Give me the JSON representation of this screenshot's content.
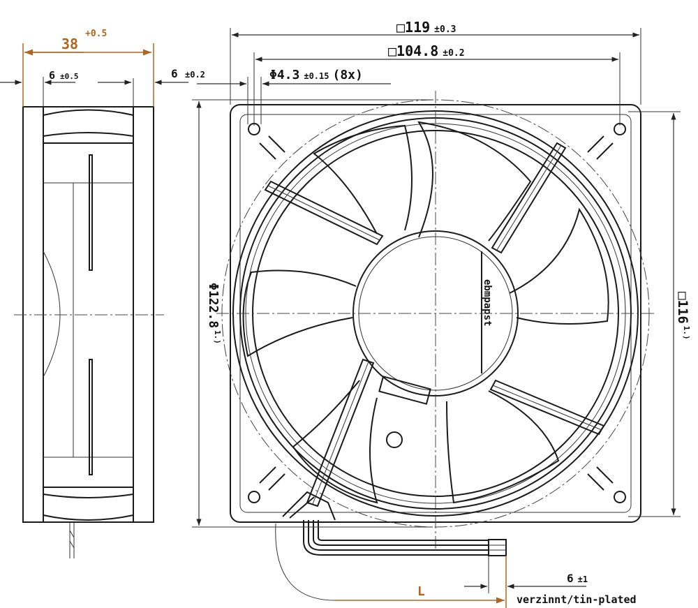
{
  "drawing": {
    "depth": {
      "value": "38",
      "tolerance": "+0.5"
    },
    "frame_thickness_left": {
      "value": "6",
      "tolerance": "±0.5"
    },
    "frame_thickness_right": {
      "value": "6",
      "tolerance": "±0.2"
    },
    "outer_square": {
      "symbol": "□",
      "value": "119",
      "tolerance": "±0.3"
    },
    "hole_spacing": {
      "symbol": "□",
      "value": "104.8",
      "tolerance": "±0.2"
    },
    "hole_diameter": {
      "symbol": "Φ",
      "value": "4.3",
      "tolerance": "±0.15",
      "count": "(8x)"
    },
    "guard_diameter": {
      "symbol": "Φ",
      "value": "122.8",
      "note": "1.)"
    },
    "inner_square": {
      "symbol": "□",
      "value": "116",
      "note": "1.)"
    },
    "lead_length": {
      "label": "L"
    },
    "stripped_length": {
      "value": "6",
      "tolerance": "±1",
      "note": "verzinnt/tin-plated"
    },
    "brand_label": "ebmpapst"
  },
  "colors": {
    "dimension_accent": "#b0661e",
    "line": "#1a1a1a"
  }
}
